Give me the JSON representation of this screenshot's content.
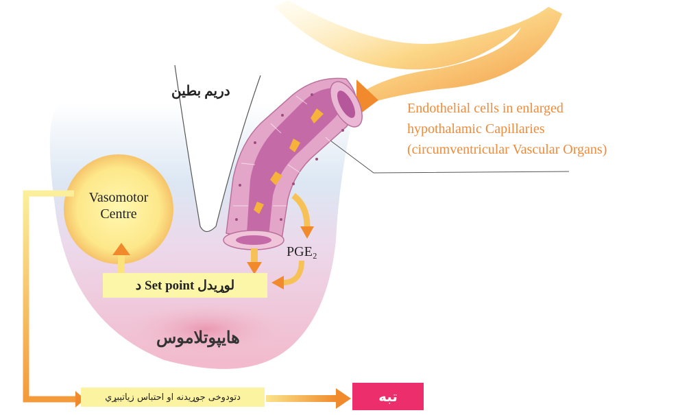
{
  "labels": {
    "endothelial_line1": "Endothelial cells in enlarged",
    "endothelial_line2": "hypothalamic Capillaries",
    "endothelial_line3": "(circumventricular Vascular Organs)",
    "vasomotor_line1": "Vasomotor",
    "vasomotor_line2": "Centre",
    "pge": "PGE₂",
    "set_point": "د Set point لوړیدل",
    "ventricle": "دریم بطین",
    "hypothalamus": "هایپوتلاموس",
    "heat_loss_box": "دتودوخی جوړیدنه او احتباس زیاتیبړي",
    "fever_box": "تبه"
  },
  "colors": {
    "label_orange": "#ef8a3a",
    "arrow_orange": "#f08a2c",
    "arrow_yellow": "#fbe27a",
    "vessel_outer": "#e3a6c9",
    "vessel_lumen": "#c46aa7",
    "hypothalamus_pink": "#f3c3d1",
    "fever_magenta": "#ec2f6c",
    "box_yellow": "#fbf6a8"
  }
}
